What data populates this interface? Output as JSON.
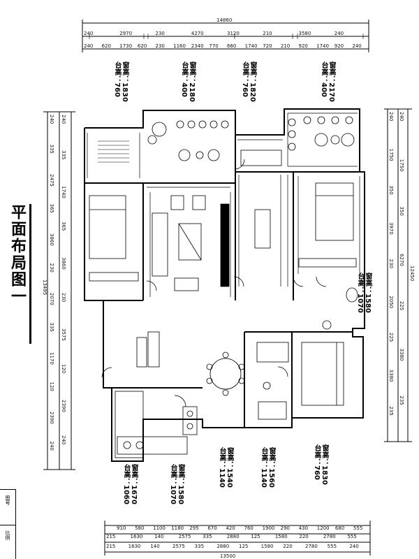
{
  "title": "平面布局图一",
  "overall": {
    "top": "14860",
    "bottom": "13500",
    "left": "13495",
    "right": "12450"
  },
  "top_row1": [
    "240",
    "2970",
    "230",
    "4270",
    "3120",
    "210",
    "3580",
    "240"
  ],
  "top_row2": [
    "240",
    "620",
    "1730",
    "620",
    "230",
    "1160",
    "2340",
    "770",
    "660",
    "1740",
    "720",
    "210",
    "920",
    "1740",
    "920",
    "240"
  ],
  "bottom_row1": [
    "910",
    "580",
    "1100",
    "1180",
    "295",
    "670",
    "420",
    "760",
    "1900",
    "290",
    "430",
    "1200",
    "680",
    "555"
  ],
  "bottom_row2": [
    "215",
    "1630",
    "140",
    "2575",
    "335",
    "2880",
    "125",
    "1580",
    "220",
    "2780",
    "555"
  ],
  "bottom_row3": [
    "215",
    "1630",
    "140",
    "2575",
    "335",
    "2880",
    "125",
    "1580",
    "220",
    "2780",
    "555",
    "240"
  ],
  "left_col1": [
    "240",
    "335",
    "2475",
    "365",
    "3860",
    "230",
    "2070",
    "335",
    "1170",
    "120",
    "2390",
    "240"
  ],
  "left_col2": [
    "240",
    "335",
    "1740",
    "365",
    "3860",
    "230",
    "3575",
    "120",
    "2390",
    "240"
  ],
  "right_col1": [
    "240",
    "1750",
    "350",
    "3970",
    "230",
    "2050",
    "225",
    "3380",
    "235"
  ],
  "right_col2": [
    "240",
    "1750",
    "350",
    "6270",
    "225",
    "3380",
    "235"
  ],
  "windows_top": [
    {
      "w": "窗高：1830",
      "s": "台高：760"
    },
    {
      "w": "窗高：2180",
      "s": "台高：400"
    },
    {
      "w": "窗高：1820",
      "s": "台高：760"
    },
    {
      "w": "窗高：2170",
      "s": "台高：400"
    }
  ],
  "windows_bottom": [
    {
      "w": "窗高：1670",
      "s": "台高：1060"
    },
    {
      "w": "窗高：1580",
      "s": "台高：1070"
    },
    {
      "w": "窗高：1540",
      "s": "台高：1140"
    },
    {
      "w": "窗高：1560",
      "s": "台高：1140"
    },
    {
      "w": "窗高：1830",
      "s": "台高：760"
    }
  ],
  "window_right": {
    "w": "窗高：1580",
    "s": "台高：1070"
  },
  "title_block": {
    "label1": "图号",
    "label2": "比例"
  }
}
